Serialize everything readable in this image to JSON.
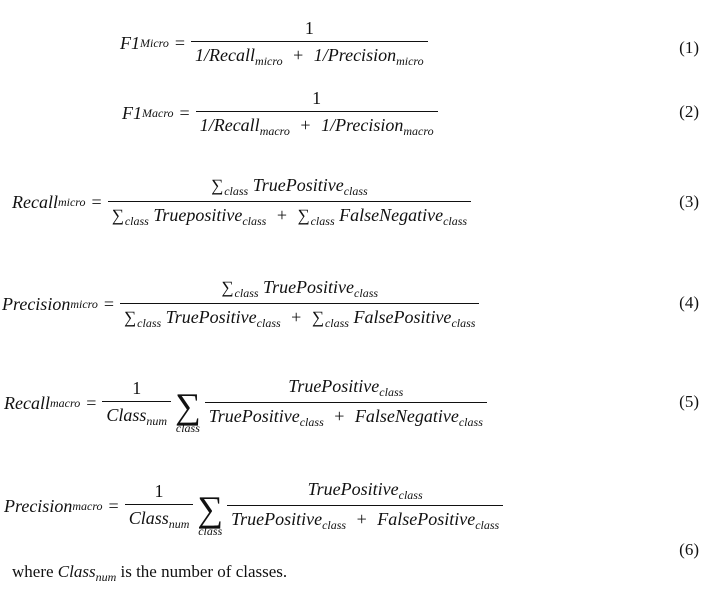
{
  "equations": [
    {
      "number": "(1)",
      "lhs": "F1",
      "lhs_sub": "Micro",
      "num": "1",
      "den_a": "1/Recall",
      "den_a_sub": "micro",
      "den_b": "1/Precision",
      "den_b_sub": "micro"
    },
    {
      "number": "(2)",
      "lhs": "F1",
      "lhs_sub": "Macro",
      "num": "1",
      "den_a": "1/Recall",
      "den_a_sub": "macro",
      "den_b": "1/Precision",
      "den_b_sub": "macro"
    },
    {
      "number": "(3)",
      "lhs": "Recall",
      "lhs_sub": "micro",
      "num": "TruePositive",
      "num_sub": "class",
      "den_a": "Truepositive",
      "den_a_sub": "class",
      "den_b": "FalseNegative",
      "den_b_sub": "class",
      "sum_sub": "class"
    },
    {
      "number": "(4)",
      "lhs": "Precision",
      "lhs_sub": "micro",
      "num": "TruePositive",
      "num_sub": "class",
      "den_a": "TruePositive",
      "den_a_sub": "class",
      "den_b": "FalsePositive",
      "den_b_sub": "class",
      "sum_sub": "class"
    },
    {
      "number": "(5)",
      "lhs": "Recall",
      "lhs_sub": "macro",
      "pre_num": "1",
      "pre_den": "Class",
      "pre_den_sub": "num",
      "sum_sub": "class",
      "num": "TruePositive",
      "num_sub": "class",
      "den_a": "TruePositive",
      "den_a_sub": "class",
      "den_b": "FalseNegative",
      "den_b_sub": "class"
    },
    {
      "number": "(6)",
      "lhs": "Precision",
      "lhs_sub": "macro",
      "pre_num": "1",
      "pre_den": "Class",
      "pre_den_sub": "num",
      "sum_sub": "class",
      "num": "TruePositive",
      "num_sub": "class",
      "den_a": "TruePositive",
      "den_a_sub": "class",
      "den_b": "FalsePositive",
      "den_b_sub": "class"
    }
  ],
  "symbols": {
    "equals": "=",
    "plus": "+",
    "sum": "∑"
  },
  "footer": {
    "prefix": "where ",
    "var": "Class",
    "var_sub": "num",
    "suffix": " is the number of classes."
  }
}
